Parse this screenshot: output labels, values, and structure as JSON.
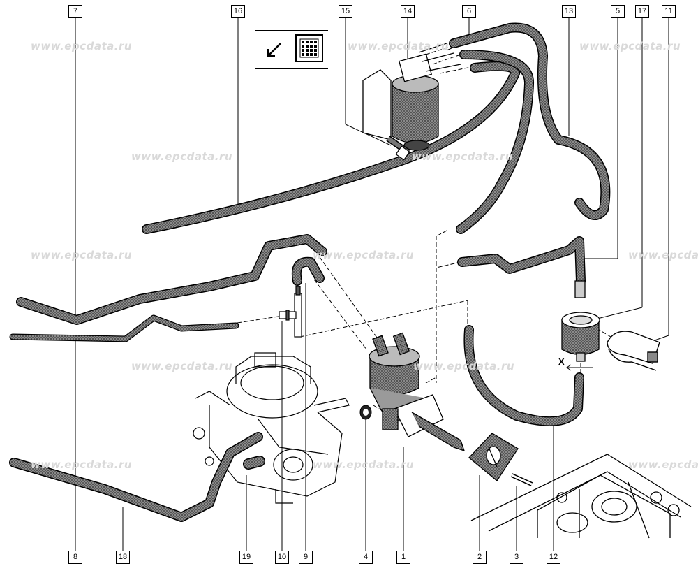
{
  "watermark": "www.epcdata.ru",
  "callouts": {
    "top": [
      "7",
      "16",
      "15",
      "14",
      "6",
      "13",
      "5",
      "17",
      "11"
    ],
    "bottom": [
      "8",
      "18",
      "19",
      "10",
      "9",
      "4",
      "1",
      "2",
      "3",
      "12"
    ]
  },
  "dimension_label": "X",
  "icons": [
    "arrow-down-left-icon",
    "grid-icon"
  ],
  "colors": {
    "line": "#000000",
    "hose_fill": "#5a5a5a",
    "watermark": "#d9d9d9"
  }
}
